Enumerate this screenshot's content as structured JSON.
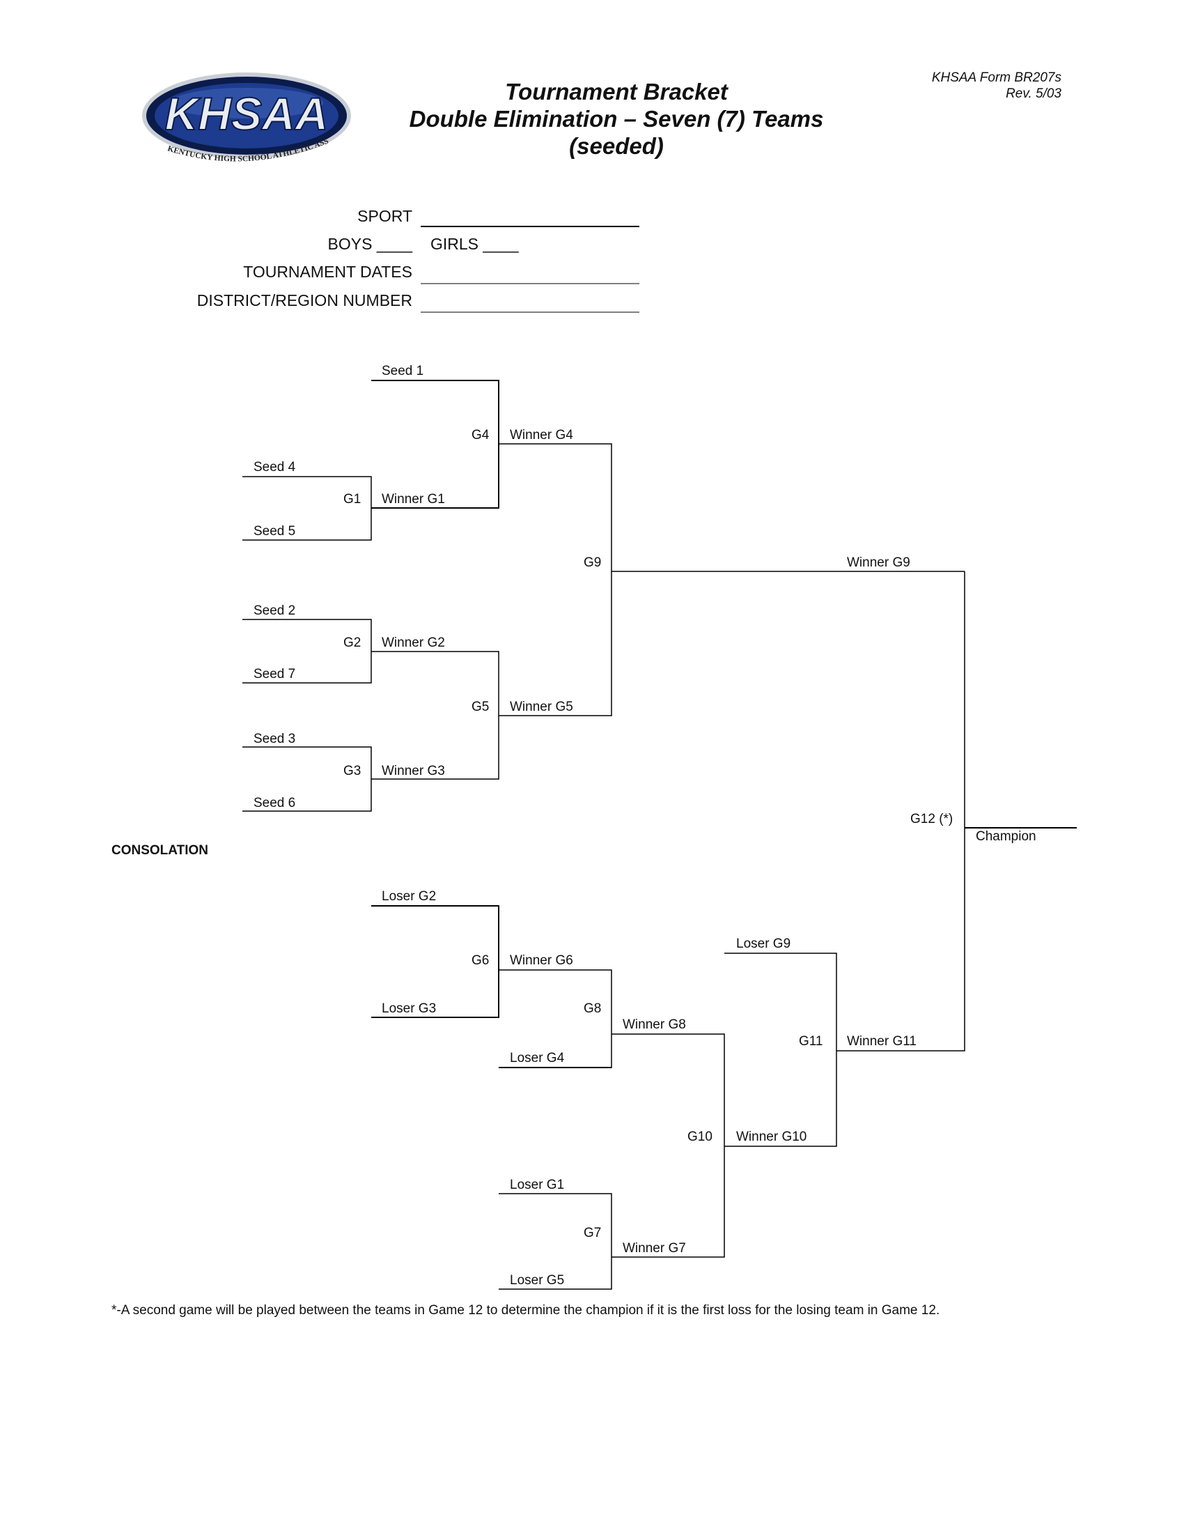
{
  "header": {
    "title_line1": "Tournament Bracket",
    "title_line2": "Double Elimination – Seven (7) Teams",
    "title_line3": "(seeded)",
    "form_id": "KHSAA Form BR207s",
    "revision": "Rev. 5/03"
  },
  "logo": {
    "text": "KHSAA",
    "arc_text": "KENTUCKY HIGH SCHOOL ATHLETIC ASSOCIATION",
    "colors": {
      "blue": "#1d3b8f",
      "dark": "#0b1b4a",
      "silver": "#c9ced6"
    }
  },
  "form": {
    "sport_label": "SPORT",
    "boys_label": "BOYS ____",
    "girls_label": "GIRLS ____",
    "dates_label": "TOURNAMENT DATES",
    "district_label": "DISTRICT/REGION NUMBER"
  },
  "bracket": {
    "seed1": "Seed 1",
    "seed4": "Seed 4",
    "seed5": "Seed 5",
    "seed2": "Seed 2",
    "seed7": "Seed 7",
    "seed3": "Seed 3",
    "seed6": "Seed 6",
    "g1": "G1",
    "g2": "G2",
    "g3": "G3",
    "g4": "G4",
    "g5": "G5",
    "g6": "G6",
    "g7": "G7",
    "g8": "G8",
    "g9": "G9",
    "g10": "G10",
    "g11": "G11",
    "g12": "G12  (*)",
    "winner_g1": "Winner G1",
    "winner_g2": "Winner G2",
    "winner_g3": "Winner G3",
    "winner_g4": "Winner G4",
    "winner_g5": "Winner G5",
    "winner_g6": "Winner G6",
    "winner_g7": "Winner G7",
    "winner_g8": "Winner G8",
    "winner_g9": "Winner G9",
    "winner_g10": "Winner G10",
    "winner_g11": "Winner G11",
    "loser_g1": "Loser G1",
    "loser_g2": "Loser G2",
    "loser_g3": "Loser G3",
    "loser_g4": "Loser G4",
    "loser_g5": "Loser G5",
    "loser_g9": "Loser G9",
    "champion": "Champion",
    "consolation": "CONSOLATION"
  },
  "footnote": "*-A second game will be played between the teams in Game 12 to determine the champion if it is the first loss for the losing team in Game 12."
}
